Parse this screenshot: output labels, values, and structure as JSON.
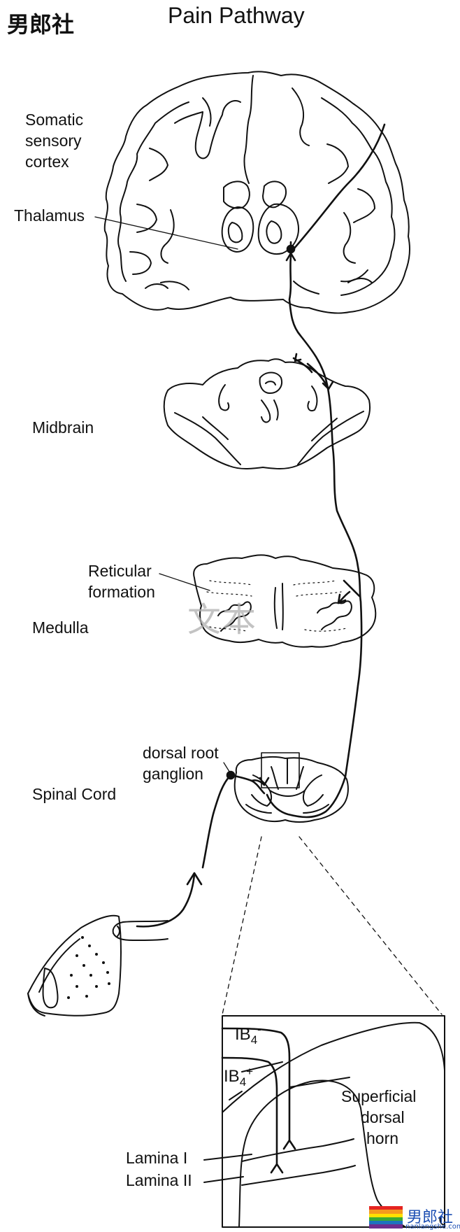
{
  "header": {
    "brand": "男郎社",
    "title": "Pain Pathway"
  },
  "labels": {
    "somatic_cortex": [
      "Somatic",
      "sensory",
      "cortex"
    ],
    "thalamus": "Thalamus",
    "midbrain": "Midbrain",
    "reticular": [
      "Reticular",
      "formation"
    ],
    "medulla": "Medulla",
    "drg": [
      "dorsal root",
      "ganglion"
    ],
    "spinal_cord": "Spinal Cord",
    "ib4_minus": {
      "base": "IB",
      "sub": "4",
      "sup": "-"
    },
    "ib4_plus": {
      "base": "IB",
      "sub": "4",
      "sup": "+"
    },
    "superficial": [
      "Superficial",
      "dorsal",
      "horn"
    ],
    "lamina1": "Lamina I",
    "lamina2": "Lamina II"
  },
  "watermark": "文本",
  "logo": {
    "text": "男郎社",
    "sub": "nanlangshe.com"
  },
  "colors": {
    "ink": "#111111",
    "rainbow": [
      "#e52421",
      "#f39a1e",
      "#ffe100",
      "#3aa935",
      "#1e73be",
      "#6d2e8f"
    ]
  }
}
